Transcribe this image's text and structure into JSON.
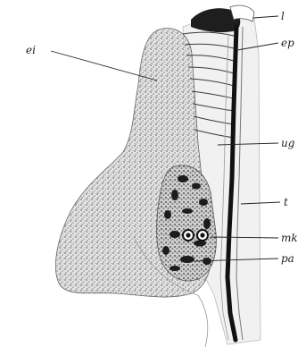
{
  "figure": {
    "labels": {
      "ei": "ei",
      "l": "l",
      "ep": "ep",
      "ug": "ug",
      "t": "t",
      "mk": "mk",
      "pa": "pa"
    },
    "colors": {
      "ink": "#1a1a1a",
      "tissue_fill": "#d9d9d9",
      "tissue_stipple": "#8a8a8a",
      "paper": "#ffffff"
    }
  }
}
